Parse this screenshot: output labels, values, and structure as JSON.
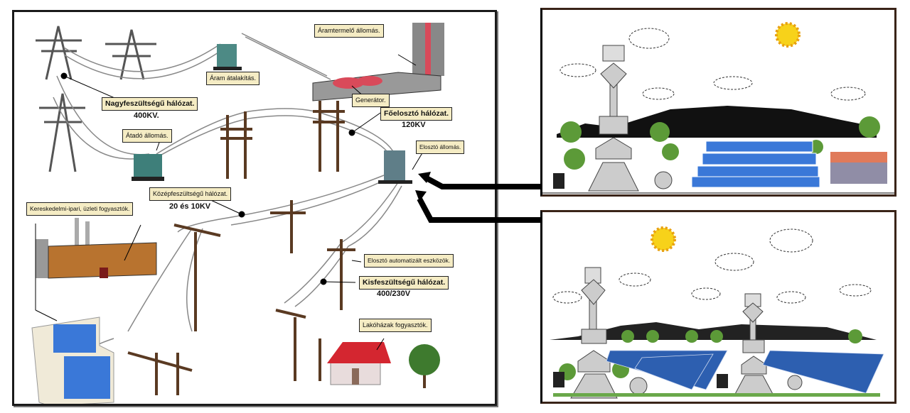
{
  "left_panel": {
    "labels": {
      "high_voltage": "Nagyfeszültségű hálózat.",
      "high_voltage_value": "400KV.",
      "conversion": "Áram átalakítás.",
      "power_plant": "Áramtermelő állomás.",
      "generator": "Generátor.",
      "main_distribution": "Főelosztó hálózat.",
      "main_distribution_value": "120KV",
      "transfer_station": "Átadó állomás.",
      "distribution_station": "Elosztó állomás.",
      "medium_voltage": "Középfeszültségű hálózat.",
      "medium_voltage_value": "20 és 10KV",
      "commercial": "Kereskedelmi-ipari, üzleti fogyasztók.",
      "automation": "Elosztó automatizált eszközök.",
      "low_voltage": "Kisfeszültségű hálózat.",
      "low_voltage_value": "400/230V",
      "residential": "Lakóházak fogyasztók."
    }
  },
  "right_panels": [
    {
      "scene": "single tower with solar array, wind/clouds, sun, trees, people crowd"
    },
    {
      "scene": "two towers with solar arrays, sun, clouds, mountains"
    }
  ],
  "colors": {
    "label_bg": "#f5ecc4",
    "solar_blue": "#3a78d8",
    "sun": "#f7d21a",
    "pole_brown": "#5a3a22",
    "transformer_teal": "#3e7f7a",
    "plant_red": "#d94a5a",
    "roof_red": "#d42630"
  }
}
